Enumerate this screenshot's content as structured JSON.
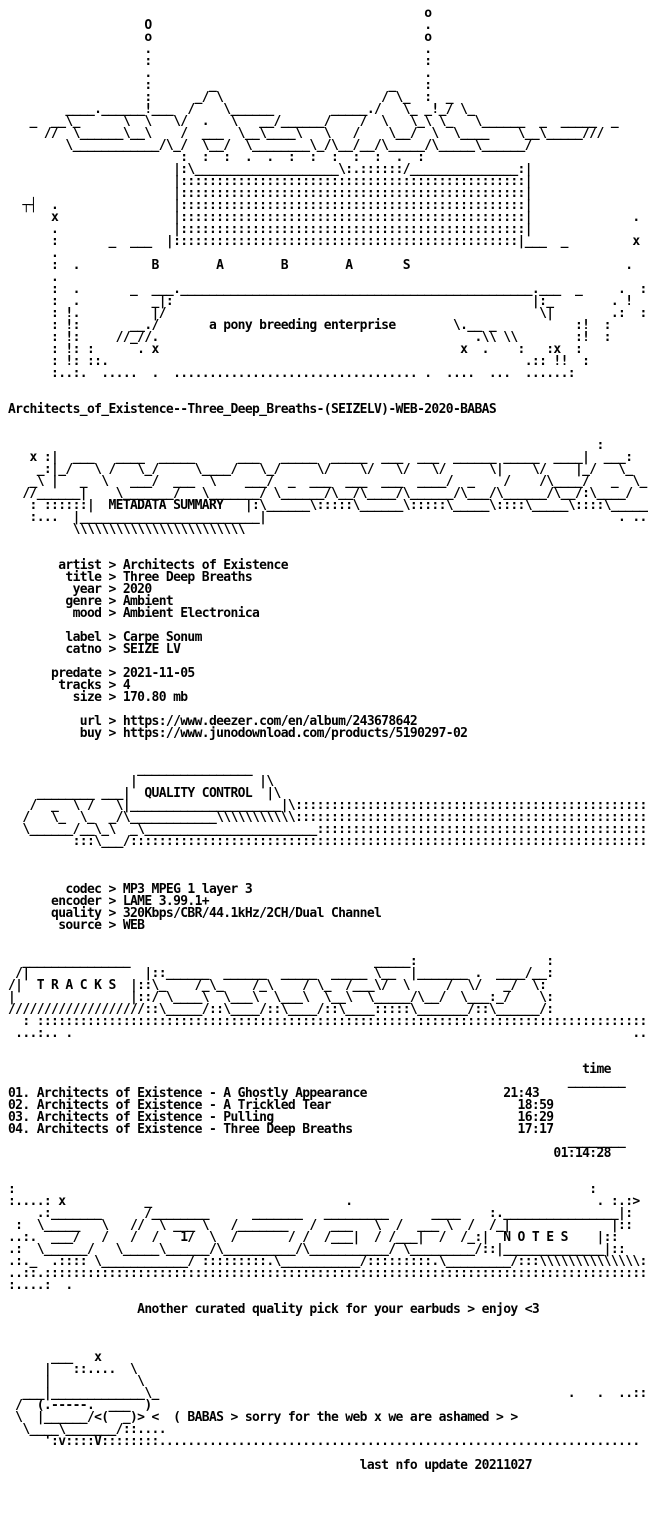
{
  "nfo": {
    "header_art": "                                                          o\n                   O                                      .\n                   o                                      o\n                   .                                      .\n                   :                                      :\n                   .                                      .\n                   :        _                        _    :\n                   :      _/ \\                      / \\_  :  _\n        ____.______!___  /    \\______        _____./   \\_ _!_/ \\_\n   _  __\\_      \\  \\   \\/  .   \\   __/______/    /  \\   \\_\\ \\_   \\______  _  _____  _\n     //  \\______\\__\\    /  ___  \\__\\____\\   \\   /    \\__/  \\  \\____    \\__\\_____///\n        \\____________/\\_/  \\__/  \\________\\_/\\__/__/\\_____/\\_____\\______/\n                        :  :  :  .  .  :  :  :  :  :  .  :\n                       |:\\____________________\\:.::::::/_______________:|\n                       |::::::::::::::::::::::::::::::::::::::::::::::::|\n                       |::::::::::::::::::::::::::::::::::::::::::::::::|\n  ┬┤  .                |::::::::::::::::::::::::::::::::::::::::::::::::|\n      x                |::::::::::::::::::::::::::::::::::::::::::::::::|              .\n      .                |::::::::::::::::::::::::::::::::::::::::::::::::|\n      :       _  ___  |::::::::::::::::::::::::::::::::::::::::::::::::|___  _         x\n      .\n      :  .          B        A        B        A       S                              .\n      .\n      :  .       _  ___._________________________________________________.___  _     .  :\n      :  .          _|:                                                  |:_        . !  :\n      : !.          |/                                                    \\|        .:  :\n      : !:       __./       a pony breeding enterprise        \\.__ _           :!  :\n      : !:     //_//.                                            .\\\\ \\\\        :!  :\n      : !: :      . x                                          x  .    :   :x  :\n      : !: ::.                                                          .:: !!  :\n      :..:.  .....  .  .................................. .  ....  ...  ......:",
    "release_line": "Architects_of_Existence--Three_Deep_Breaths-(SEIZELV)-WEB-2020-BABAS",
    "metadata_art": "                                                                                  :\n   x :|  ___   ____  _____      ___   _____  _____  ___  ___  ______ _____  ____|  ___:\n    _:|_/   \\ /   \\_/     \\____/   \\_/     \\/    \\/   \\/   \\/      \\|    \\/    |_/   \\_   x\n   _\\ |   _  \\   ___/  ___  \\    ___/  _  ___  ___  ___  ____/  _    /    /\\____/   _  \\_\n  //______|    \\_______/   \\_______/ \\______/\\__/\\____/\\______/\\___/\\______/\\__/:\\____/  :\n   : ::::::|  METADATA SUMMARY   |:\\______\\:::::\\______\\:::::\\_____\\::::\\_____\\::::\\______\\ :\n   :...  |_________________________|                                                 . ...:\n         \\\\\\\\\\\\\\\\\\\\\\\\\\\\\\\\\\\\\\\\\\\\\\\\",
    "metadata_rows": "       artist > Architects of Existence\n        title > Three Deep Breaths\n         year > 2020\n        genre > Ambient\n         mood > Ambient Electronica\n\n        label > Carpe Sonum\n        catno > SEIZE LV\n\n      predate > 2021-11-05\n       tracks > 4\n         size > 170.80 mb\n\n          url > https://www.deezer.com/en/album/243678642\n          buy > https://www.junodownload.com/products/5190297-02",
    "quality_art": "                  ________________\n                 |                 |\\\n    ________ ___|  QUALITY CONTROL  |\\\n   /  _  \\ /   \\|_____________________|\\:::::::::::::::::::::::::::::::::::::::::::::::::::\n  /   \\_  \\_  _/\\____________\\\\\\\\\\\\\\\\\\\\\\:::::::::::::::::::::::::::::::::::::::::::::::::::::: .\n  \\______/__\\_\\  _\\________________________:::::::::::::::::::::::::::::::::::::::::::::::::::::\n         :::\\___/:::::::::::::::::::::::::::::::::::::::::::::::::::::::::::::::::::::::::::: :\n                                                                                          . ..:",
    "quality_rows": "        codec > MP3 MPEG 1 layer 3\n      encoder > LAME 3.99.1+\n      quality > 320Kbps/CBR/44.1kHz/2CH/Dual Channel\n       source > WEB",
    "tracks_art": "  _______________                                  _____:                  :\n /|                |::______  ______  _____  _____ \\__  |_______ .  ____/__:\n/|  T R A C K S  |::\\_    /_\\_    /_\\    / \\_  /___\\/  \\     /  \\/   _/  \\:\n|                |::/ \\____\\  \\___\\  \\___\\  \\__\\  \\_____/\\__/  \\___:_/    \\:\n///////////////////::\\_____/::\\____/::\\____/::\\____:::::\\_______/::\\______/:\n  : ::::::::::::::::::::::::::::::::::::::::::::::::::::::::::::::::::::::::::::::::::::::::::::: :\n ...:.. .                                                                              ...:.. :",
    "tracks_header": "                                                                                time",
    "tracks_header_rule": "                                                                              ________",
    "tracks_rows": "01. Architects of Existence - A Ghostly Appearance                   21:43\n02. Architects of Existence - A Trickled Tear                          18:59\n03. Architects of Existence - Pulling                                  16:29\n04. Architects of Existence - Three Deep Breaths                       17:17",
    "tracks_total_rule": "                                                                              ________",
    "tracks_total": "                                                                            01:14:28",
    "notes_art": ":                                                                                :\n:....: x           _                           .                                  . :.:>\n    .:_______      /________      _______   _________      ____    :.________________|:\n :  \\_____   \\   //  \\ ___ \\   /_______   /  ___   \\  /  ___ \\  /  /_|              |::\n..:.  ___/   /   /  /   1/  \\  /       / /  /___|  / /___|  /  /_:|  N O T E S    |::\n.:  \\______/   \\_____\\______/\\__________/\\___________/ \\_________/::|______________|::\n.:._  .:::: \\____________/ :::::::::.\\___________/:::::::::.\\_________/:::\\\\\\\\\\\\\\\\\\\\\\\\\\\\::\n..::.::::::::::::::::::::::::::::::::::::::::::::::::::::::::::::::::::::::::::::::::::::::\n:....:  .",
    "notes_text": "                  Another curated quality pick for your earbuds > enjoy <3",
    "footer_art": "      ___   x\n     |   ::....  \\                                                                       :\n     |            \\                                                                      ::\n  ___|_____________\\_                                                         .   .  ..::::\n /  (.-----.  ___  )\n \\  |______/<(  _)> <  ( BABAS > sorry for the web x we are ashamed > >\n  \\____\\_______/::....\n     ':v::::V::::::::...................................................................",
    "footer_text": "                                                 last nfo update 20211027"
  }
}
